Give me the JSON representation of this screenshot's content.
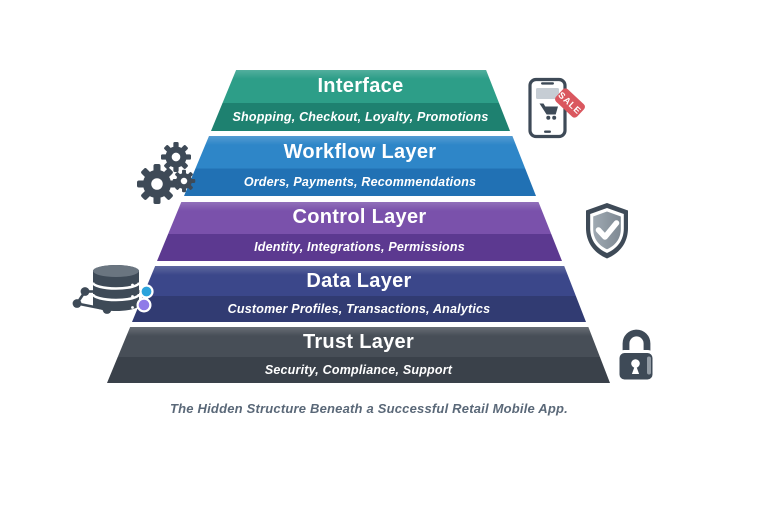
{
  "canvas": {
    "background": "#FFFFFF"
  },
  "pyramid": {
    "layers": [
      {
        "title": "Interface",
        "subtitle": "Shopping, Checkout, Loyalty, Promotions",
        "color_main": "#2D9E88",
        "color_band": "#1E8170"
      },
      {
        "title": "Workflow Layer",
        "subtitle": "Orders, Payments, Recommendations",
        "color_main": "#2E86C8",
        "color_band": "#2171B4"
      },
      {
        "title": "Control Layer",
        "subtitle": "Identity, Integrations, Permissions",
        "color_main": "#7A51AB",
        "color_band": "#5C3990"
      },
      {
        "title": "Data Layer",
        "subtitle": "Customer Profiles, Transactions, Analytics",
        "color_main": "#3B478A",
        "color_band": "#313B72"
      },
      {
        "title": "Trust Layer",
        "subtitle": "Security, Compliance, Support",
        "color_main": "#474E57",
        "color_band": "#3A414A"
      }
    ]
  },
  "icons": {
    "smartphone": {
      "label": "smartphone-shopping-icon",
      "sale_label": "SALE",
      "tag_color": "#DA575F",
      "body_color": "#3E4A57",
      "banner_color": "#C6CDD4"
    },
    "gears": {
      "label": "gears-icon",
      "color": "#3E4A57"
    },
    "shield": {
      "label": "shield-check-icon",
      "color": "#3E4A57",
      "inner_light": "#9FA9B2",
      "inner_dark": "#7E8993"
    },
    "database": {
      "label": "database-network-icon",
      "color": "#3E4A57",
      "node_blue": "#2BA3DC",
      "node_purple": "#8F7BE8"
    },
    "padlock": {
      "label": "padlock-icon",
      "color": "#3E4A57",
      "highlight": "#939CA5"
    }
  },
  "caption": {
    "text": "The Hidden Structure Beneath a Successful Retail Mobile App.",
    "color": "#5A6878"
  }
}
